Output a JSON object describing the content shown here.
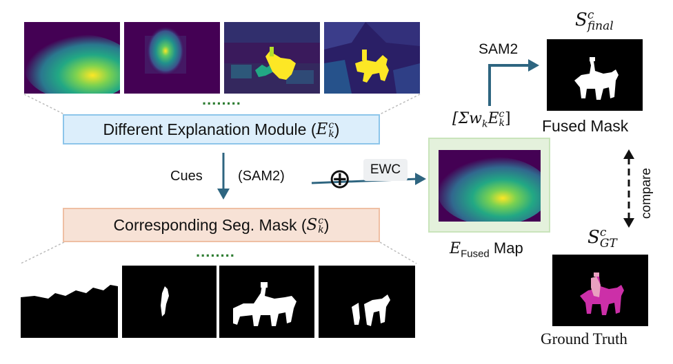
{
  "explanation_box": {
    "label": "Different Explanation Module (",
    "math_base": "E",
    "math_sub": "k",
    "math_sup": "c",
    "close": ")"
  },
  "segmask_box": {
    "label": "Corresponding Seg. Mask (",
    "math_base": "S",
    "math_sub": "k",
    "math_sup": "c",
    "close": ")"
  },
  "ellipsis_top": "........",
  "ellipsis_bottom": "........",
  "cues_label": "Cues",
  "sam2_paren_label": "(SAM2)",
  "ewc_label": "EWC",
  "oplus_symbol": "⊕",
  "weighted_sum": {
    "open": "[Σw",
    "sub_k": "k",
    "E": "E",
    "sub_k2": "k",
    "sup_c": "c",
    "close": "]"
  },
  "sam2_label": "SAM2",
  "s_final": {
    "base": "S",
    "sub": "final",
    "sup": "c"
  },
  "fused_mask_label": "Fused Mask",
  "compare_label": "compare",
  "e_fused": {
    "base": "E",
    "sub": "Fused",
    "rest": " Map"
  },
  "s_gt": {
    "base": "S",
    "sub": "GT",
    "sup": "c"
  },
  "ground_truth_label": "Ground Truth",
  "colors": {
    "arrow": "#2e6580",
    "explanation_fill": "#dceefb",
    "explanation_border": "#8cc5ea",
    "segmask_fill": "#f7e2d6",
    "segmask_border": "#efbfa3",
    "fused_frame": "#e4f1dc",
    "dots": "#2e7d32"
  }
}
